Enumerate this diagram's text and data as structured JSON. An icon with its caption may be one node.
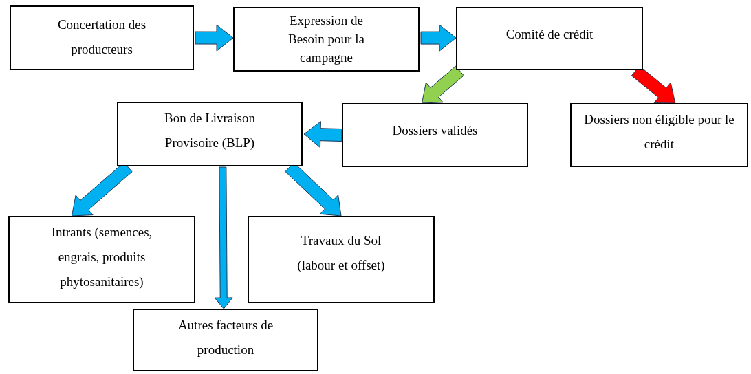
{
  "diagram": {
    "nodes": [
      {
        "text": [
          "Concertation des producteurs"
        ]
      },
      {
        "text": [
          "Expression de Besoin pour la campagne"
        ]
      },
      {
        "text": [
          "Comité de crédit"
        ]
      },
      {
        "text": [
          "Bon de Livraison Provisoire (BLP)"
        ]
      },
      {
        "text": [
          "Dossiers validés"
        ]
      },
      {
        "text": [
          "Dossiers non éligible pour le crédit"
        ]
      },
      {
        "text": [
          "Intrants (semences, engrais, produits phytosanitaires)"
        ]
      },
      {
        "text": [
          "Travaux du Sol (labour et offset)"
        ]
      },
      {
        "text": [
          "Autres facteurs de production"
        ]
      }
    ],
    "edges": [
      {
        "from": 0,
        "to": 1,
        "arrow": "to",
        "style": "thick"
      },
      {
        "from": 1,
        "to": 2,
        "arrow": "to",
        "style": "thick"
      },
      {
        "from": 2,
        "to": 4,
        "arrow": "to",
        "style": "thick",
        "color": "#92d050"
      },
      {
        "from": 2,
        "to": 5,
        "arrow": "to",
        "style": "thick",
        "color": "#ff0000"
      },
      {
        "from": 4,
        "to": 3,
        "arrow": "to",
        "style": "thick"
      },
      {
        "from": 3,
        "to": 6,
        "arrow": "to",
        "style": "thick"
      },
      {
        "from": 3,
        "to": 8,
        "arrow": "to"
      },
      {
        "from": 3,
        "to": 7,
        "arrow": "to",
        "style": "thick"
      }
    ]
  }
}
